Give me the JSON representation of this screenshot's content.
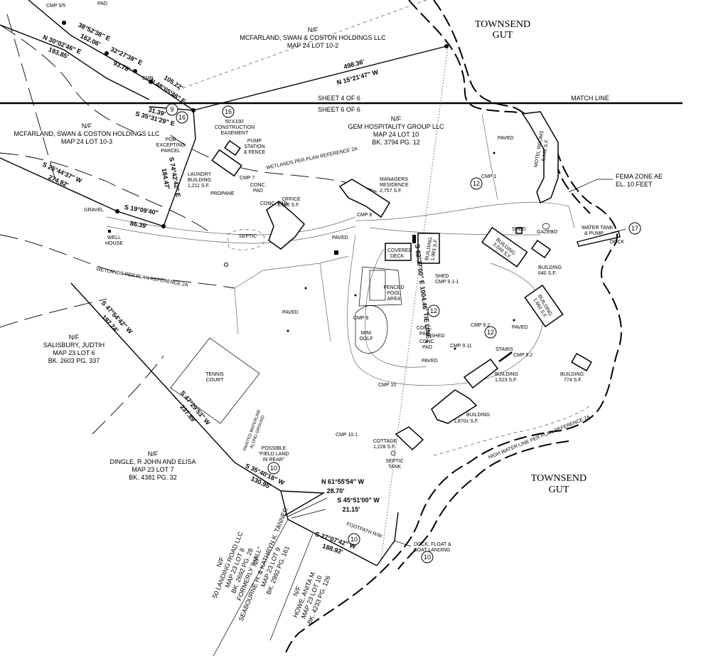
{
  "water": {
    "townsend_gut_north": [
      "TOWNSEND",
      "GUT"
    ],
    "townsend_gut_south": [
      "TOWNSEND",
      "GUT"
    ]
  },
  "sheets": {
    "top": "SHEET 4 OF 6",
    "bottom": "SHEET 6 OF 6",
    "match_line": "MATCH LINE"
  },
  "parcels": {
    "mcfarland_10_2": [
      "N/F",
      "MCFARLAND, SWAN & COSTON HOLDINGS LLC",
      "MAP 24 LOT 10-2"
    ],
    "mcfarland_10_3": [
      "N/F",
      "MCFARLAND, SWAN & COSTON HOLDINGS LLC",
      "MAP 24 LOT 10-3"
    ],
    "gem": [
      "N/F",
      "GEM HOSPITALITY GROUP LLC",
      "MAP 24 LOT 10",
      "BK. 3794 PG. 12"
    ],
    "salisbury": [
      "N/F",
      "SALISBURY, JUDTIH",
      "MAP 23 LOT 6",
      "BK. 2603 PG. 337"
    ],
    "dingle": [
      "N/F",
      "DINGLE, R JOHN AND ELISA",
      "MAP 23 LOT 7",
      "BK. 4381 PG. 32"
    ],
    "landing_road": [
      "N/F",
      "50 LANDING ROAD LLC",
      "MAP 23 LOT 8",
      "BK. 2692 PG. 28",
      "FORMERLY \"HALL\""
    ],
    "tanner": [
      "N/F",
      "SEABOURNE H. & KATHRYN K. TANNER",
      "MAP 23 LOT 9",
      "BK. 2992 PG. 161"
    ],
    "howe": [
      "N/F",
      "HOWE, ANITA M.",
      "MAP 23 LOT 10",
      "BK. 4233 PG. 126"
    ]
  },
  "fema": [
    "FEMA ZONE AE",
    "EL. 10 FEET"
  ],
  "bearings": {
    "b1": "N 15°21'47\" W",
    "d1": "498.36'",
    "b2": "32°27'38\" E",
    "d2": "93.78'",
    "b3": "N 48°05'48\" E",
    "d3": "105.22'",
    "b4": "N 30°02'46\" E",
    "d4": "193.85'",
    "b5": "38°52'38\" E",
    "d5": "162.06'",
    "b6": "S 35°31'29\" E",
    "d6": "31.39'",
    "b7": "S 25°44'37\" W",
    "d7": "274.92'",
    "b8": "S 74°42'42\" E",
    "d8": "184.47'",
    "b9": "S 19°09'40\"",
    "d9": "86.39'",
    "b10": "S 47°54'42\" W",
    "d10": "197.24'",
    "b11": "S 47°29'53\" W",
    "d11": "237.89'",
    "b12": "S 35°40'18\" W",
    "d12": "130.95'",
    "b13": "N 61°55'54\" W",
    "d13": "28.70'",
    "b14": "S 45°51'00\" W",
    "d14": "21.15'",
    "b15": "S 27°07'42\" W",
    "d15": "188.92'",
    "tie": "S 82°37'00\" E 1004.46' TIE LINE"
  },
  "buildings": {
    "motel": [
      "MOTEL ROOMS",
      "6,146 S.F."
    ],
    "managers": [
      "MANAGERS",
      "RESIDENCE",
      "2,757 S.F."
    ],
    "office": [
      "OFFICE",
      "3,186 S.F."
    ],
    "laundry": [
      "LAUNDRY",
      "BUILDING",
      "1,211 S.F."
    ],
    "b1983": [
      "BUILDING",
      "1,983 S.F."
    ],
    "b3049": [
      "BUILDING",
      "3,049 S.F."
    ],
    "b640": [
      "BUILDING",
      "640 S.F."
    ],
    "b1660": [
      "BUILDING",
      "1,660 S.F."
    ],
    "b774": [
      "BUILDING",
      "774 S.F."
    ],
    "b1523": [
      "BUILDING",
      "1,523 S.F."
    ],
    "b1870": [
      "BUILDING",
      "1,870± S.F."
    ],
    "cottage": [
      "COTTAGE",
      "1,228 S.F."
    ],
    "covered_deck": [
      "COVERED",
      "DECK"
    ]
  },
  "labels": {
    "cmp_55": "CMP 5/5",
    "pad": "PAD",
    "paved": "PAVED",
    "septic": "SEPTIC",
    "propane": "PROPANE",
    "gravel": "GRAVEL",
    "well": [
      "WELL",
      "HOUSE"
    ],
    "wetlands": "WETLANDS PER PLAN REFERENCE 2A",
    "wetlands2": "WETLANDS PER PLAN REFERENCE 2A",
    "easement": [
      "50'X100'",
      "CONSTRUCTION",
      "EASEMENT"
    ],
    "pump": [
      "PUMP",
      "STATION",
      "& FENCE"
    ],
    "pob": [
      "POB",
      "EXCEPTING",
      "PARCEL"
    ],
    "conc_pad": [
      "CONC.",
      "PAD"
    ],
    "conc_pad_office": "CONC. PAD",
    "cmp1": "CMP 1",
    "cmp7": "CMP 7",
    "cmp8": "CMP 8",
    "cmp9": "CMP 9",
    "cmp91": "CMP 9.1-1",
    "cmp92a": "CMP 9.2",
    "cmp92b": "CMP 9.2",
    "cmp911": "CMP 9.11",
    "cmp10": "CMP 10",
    "cmp101": "CMP 10.1",
    "cmp_topleft": "CMP",
    "shed": "SHED",
    "gazebo": "GAZEBO",
    "water_tank": [
      "WATER TANK",
      "& PUMP"
    ],
    "dock": "DOCK",
    "fenced_pool": [
      "FENCED",
      "POOL",
      "AREA"
    ],
    "mini_golf": [
      "MINI",
      "GOLF"
    ],
    "tennis": [
      "TENNIS",
      "COURT"
    ],
    "stairs": "STAIRS",
    "painted": [
      "PAINTED WATERLINE",
      "ALONG GROUND"
    ],
    "possible": [
      "POSSIBLE",
      "\"FIELD LAND",
      "IN REAR\""
    ],
    "septic_tank": [
      "SEPTIC",
      "TANK"
    ],
    "footpath": "FOOTPATH R/W",
    "dock_float": [
      "DOCK, FLOAT &",
      "BOAT LANDING"
    ],
    "high_water": "HIGH WATER LINE PER PLAN REFERENCE 2A"
  },
  "callouts": [
    "9",
    "16",
    "16",
    "12",
    "12",
    "12",
    "17",
    "10",
    "10",
    "10"
  ]
}
